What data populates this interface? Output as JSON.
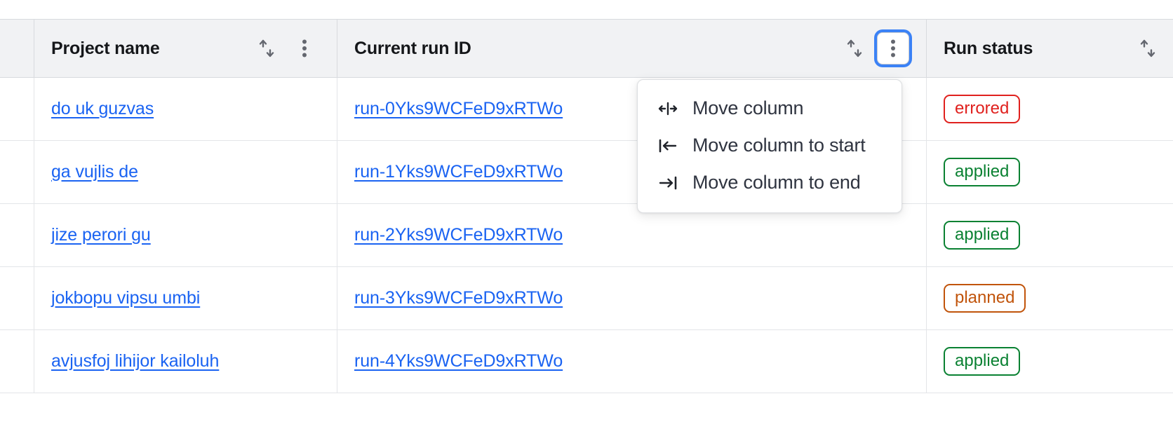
{
  "table": {
    "columns": [
      {
        "key": "lead",
        "label": "",
        "sortable": false,
        "has_menu": false
      },
      {
        "key": "name",
        "label": "Project name",
        "sortable": true,
        "has_menu": true,
        "menu_open": false
      },
      {
        "key": "runid",
        "label": "Current run ID",
        "sortable": true,
        "has_menu": true,
        "menu_open": true
      },
      {
        "key": "status",
        "label": "Run status",
        "sortable": true,
        "has_menu": true,
        "menu_open": false
      }
    ],
    "rows": [
      {
        "project": "do uk guzvas",
        "run_id": "run-0Yks9WCFeD9xRTWo",
        "status": "errored"
      },
      {
        "project": "ga vujlis de",
        "run_id": "run-1Yks9WCFeD9xRTWo",
        "status": "applied"
      },
      {
        "project": "jize perori gu",
        "run_id": "run-2Yks9WCFeD9xRTWo",
        "status": "applied"
      },
      {
        "project": "jokbopu vipsu umbi",
        "run_id": "run-3Yks9WCFeD9xRTWo",
        "status": "planned"
      },
      {
        "project": "avjusfoj lihijor kailoluh",
        "run_id": "run-4Yks9WCFeD9xRTWo",
        "status": "applied"
      }
    ],
    "icons": {
      "sort": "sort-updown-icon",
      "menu": "kebab-menu-icon"
    }
  },
  "column_menu": {
    "owner_column": "Current run ID",
    "items": [
      {
        "icon": "move-column-icon",
        "label": "Move column"
      },
      {
        "icon": "move-column-to-start-icon",
        "label": "Move column to start"
      },
      {
        "icon": "move-column-to-end-icon",
        "label": "Move column to end"
      }
    ]
  },
  "colors": {
    "link": "#1a63f2",
    "focus_ring": "#3b82f6",
    "header_bg": "#f1f2f4",
    "status_errored": "#e0211e",
    "status_applied": "#0a8132",
    "status_planned": "#c1540b"
  }
}
